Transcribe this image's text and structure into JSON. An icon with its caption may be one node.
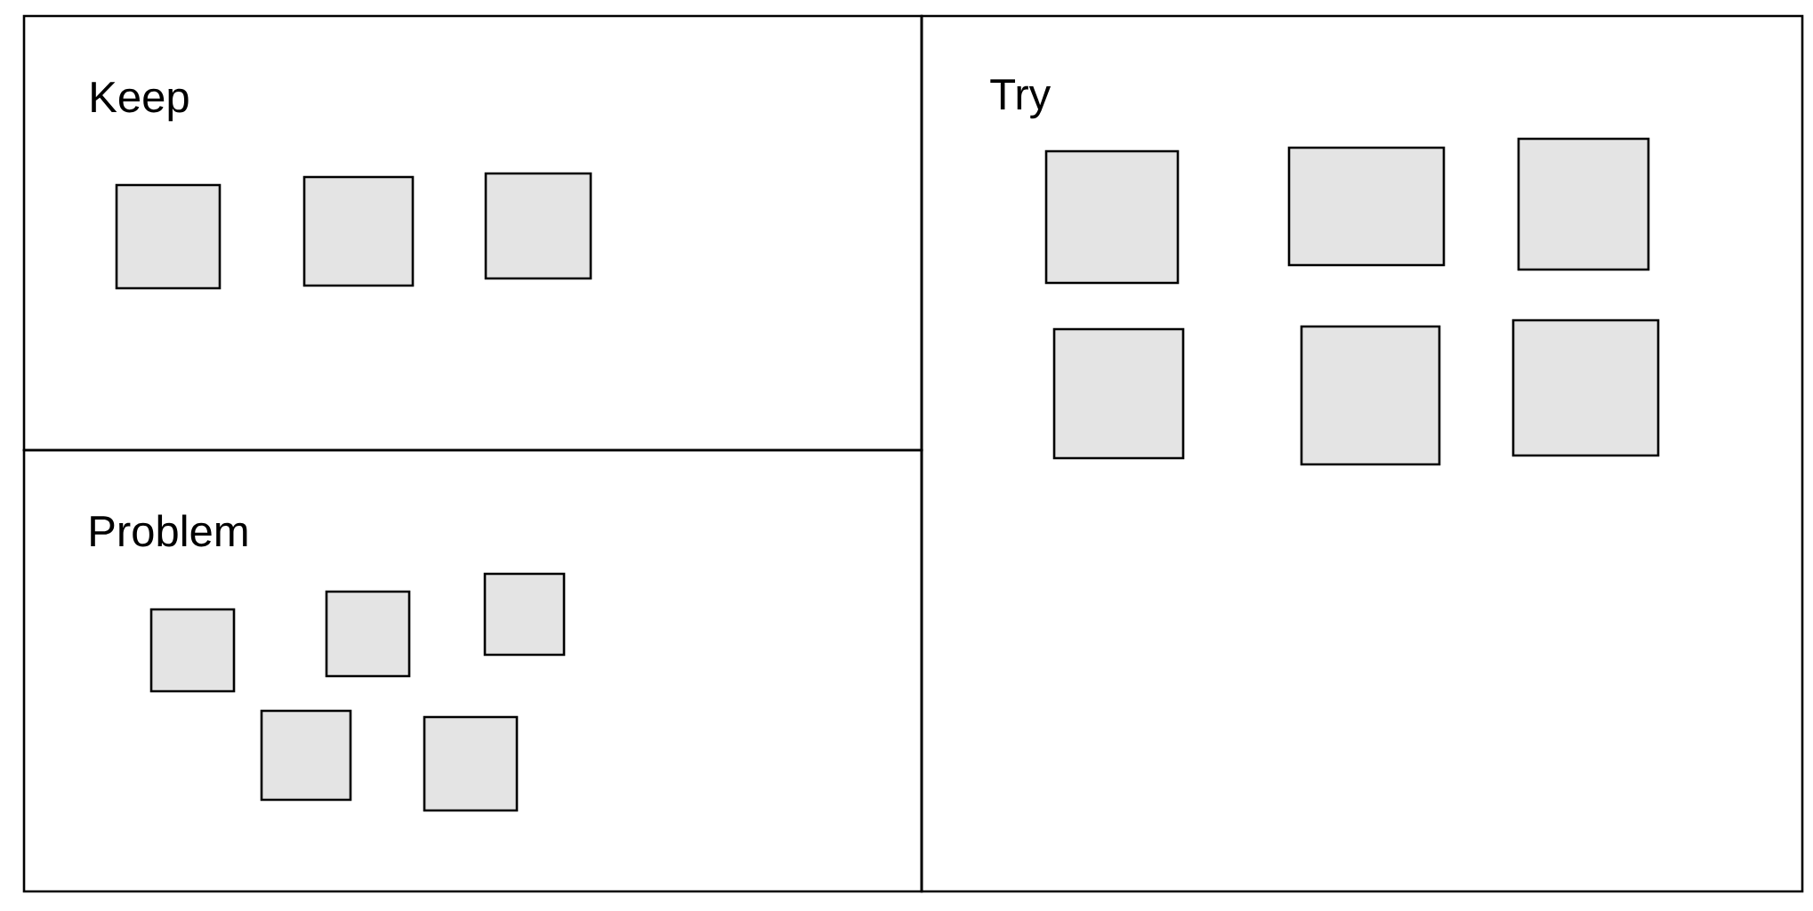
{
  "diagram": {
    "nodes": [
      {
        "text": [
          "Keep"
        ]
      },
      {
        "text": [],
        "shape": "box",
        "in": 0
      },
      {
        "text": [],
        "shape": "box",
        "in": 0
      },
      {
        "text": [],
        "shape": "box",
        "in": 0
      },
      {
        "text": [
          "Problem"
        ]
      },
      {
        "text": [],
        "shape": "box",
        "in": 4
      },
      {
        "text": [],
        "shape": "box",
        "in": 4
      },
      {
        "text": [],
        "shape": "box",
        "in": 4
      },
      {
        "text": [],
        "shape": "box",
        "in": 4
      },
      {
        "text": [],
        "shape": "box",
        "in": 4
      },
      {
        "text": [
          "Try"
        ]
      },
      {
        "text": [],
        "shape": "box",
        "in": 10
      },
      {
        "text": [],
        "shape": "box",
        "in": 10
      },
      {
        "text": [],
        "shape": "box",
        "in": 10
      },
      {
        "text": [],
        "shape": "box",
        "in": 10
      },
      {
        "text": [],
        "shape": "box",
        "in": 10
      },
      {
        "text": [],
        "shape": "box",
        "in": 10
      }
    ]
  }
}
